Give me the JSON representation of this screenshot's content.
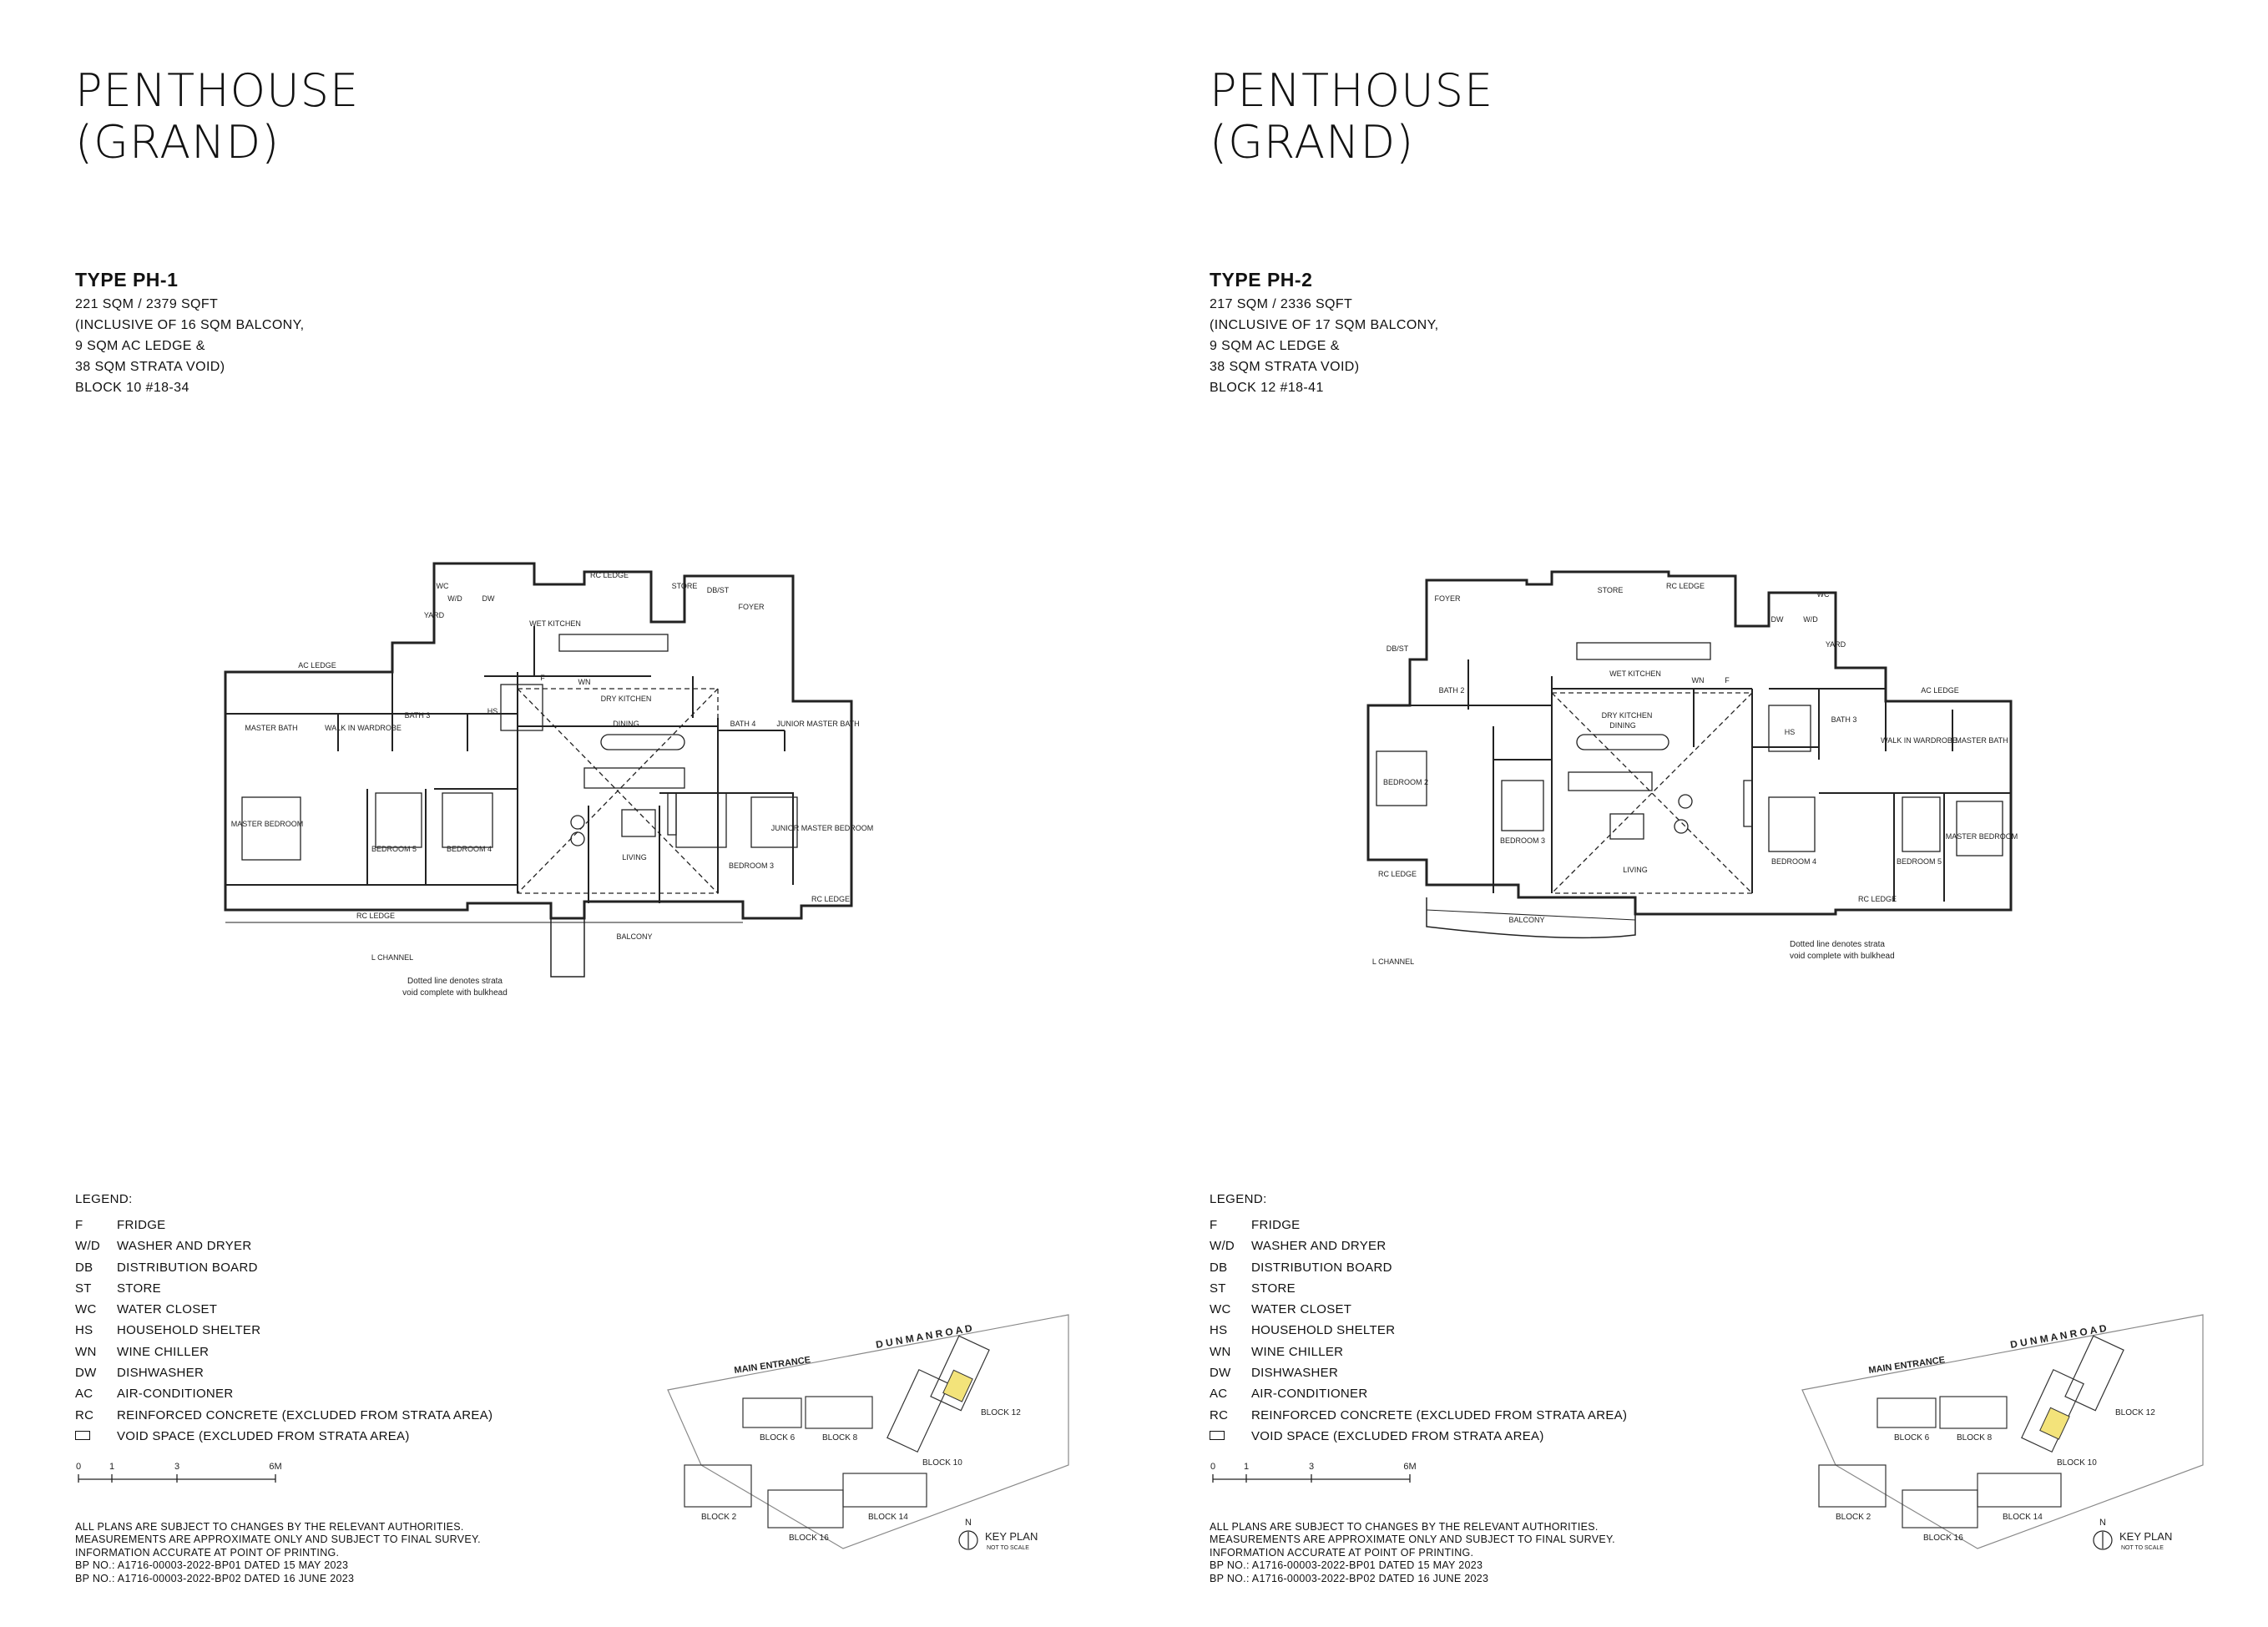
{
  "sheets": [
    {
      "title_line1": "PENTHOUSE",
      "title_line2": "(GRAND)",
      "type_name": "TYPE PH-1",
      "area": "221 SQM / 2379 SQFT",
      "inclusive_line1": "(INCLUSIVE OF 16 SQM BALCONY,",
      "inclusive_line2": "9 SQM AC LEDGE &",
      "inclusive_line3": "38 SQM STRATA VOID)",
      "block_unit": "BLOCK 10    #18-34",
      "rooms": {
        "master_bedroom": "MASTER BEDROOM",
        "master_bath": "MASTER BATH",
        "walk_in_wardrobe": "WALK IN WARDROBE",
        "bath3": "BATH 3",
        "hs": "HS",
        "bedroom5": "BEDROOM 5",
        "bedroom4": "BEDROOM 4",
        "dry_kitchen": "DRY KITCHEN",
        "dining": "DINING",
        "living": "LIVING",
        "bath4": "BATH 4",
        "junior_master_bath": "JUNIOR MASTER BATH",
        "bedroom3": "BEDROOM 3",
        "junior_master_bedroom": "JUNIOR MASTER BEDROOM",
        "balcony": "BALCONY",
        "rc_ledge": "RC LEDGE",
        "ac_ledge": "AC LEDGE",
        "wet_kitchen": "WET KITCHEN",
        "store": "STORE",
        "foyer": "FOYER",
        "yard": "YARD",
        "l_channel": "L CHANNEL",
        "db": "DB/ST",
        "wd": "W/D",
        "dw": "DW",
        "wn": "WN",
        "f": "F",
        "wc": "WC"
      },
      "void_note_line1": "Dotted line denotes strata",
      "void_note_line2": "void complete with bulkhead"
    },
    {
      "title_line1": "PENTHOUSE",
      "title_line2": "(GRAND)",
      "type_name": "TYPE PH-2",
      "area": "217 SQM / 2336 SQFT",
      "inclusive_line1": "(INCLUSIVE OF 17 SQM BALCONY,",
      "inclusive_line2": "9 SQM AC LEDGE &",
      "inclusive_line3": "38 SQM STRATA VOID)",
      "block_unit": "BLOCK 12    #18-41",
      "rooms": {
        "bedroom2": "BEDROOM 2",
        "bath2": "BATH 2",
        "bedroom3": "BEDROOM 3",
        "foyer": "FOYER",
        "store": "STORE",
        "rc_ledge": "RC LEDGE",
        "wet_kitchen": "WET KITCHEN",
        "dry_kitchen": "DRY KITCHEN",
        "dining": "DINING",
        "living": "LIVING",
        "hs": "HS",
        "bath3": "BATH 3",
        "walk_in_wardrobe": "WALK IN WARDROBE",
        "master_bath": "MASTER BATH",
        "ac_ledge": "AC LEDGE",
        "bedroom4": "BEDROOM 4",
        "bedroom5": "BEDROOM 5",
        "master_bedroom": "MASTER BEDROOM",
        "balcony": "BALCONY",
        "yard": "YARD",
        "l_channel": "L CHANNEL",
        "db": "DB/ST",
        "wd": "W/D",
        "dw": "DW",
        "wn": "WN",
        "f": "F",
        "wc": "WC"
      },
      "void_note_line1": "Dotted line denotes strata",
      "void_note_line2": "void complete with bulkhead"
    }
  ],
  "legend": {
    "heading": "LEGEND:",
    "items": [
      {
        "code": "F",
        "label": "FRIDGE"
      },
      {
        "code": "W/D",
        "label": "WASHER AND DRYER"
      },
      {
        "code": "DB",
        "label": "DISTRIBUTION BOARD"
      },
      {
        "code": "ST",
        "label": "STORE"
      },
      {
        "code": "WC",
        "label": "WATER CLOSET"
      },
      {
        "code": "HS",
        "label": "HOUSEHOLD SHELTER"
      },
      {
        "code": "WN",
        "label": "WINE CHILLER"
      },
      {
        "code": "DW",
        "label": "DISHWASHER"
      },
      {
        "code": "AC",
        "label": "AIR-CONDITIONER"
      },
      {
        "code": "RC",
        "label": "REINFORCED CONCRETE (EXCLUDED FROM STRATA AREA)"
      }
    ],
    "void_label": "VOID SPACE (EXCLUDED FROM STRATA AREA)"
  },
  "scale": {
    "t0": "0",
    "t1": "1",
    "t3": "3",
    "t6": "6M"
  },
  "notes": [
    "ALL PLANS ARE SUBJECT TO CHANGES BY THE RELEVANT AUTHORITIES.",
    "MEASUREMENTS ARE APPROXIMATE ONLY AND SUBJECT TO FINAL SURVEY.",
    "INFORMATION ACCURATE AT POINT OF PRINTING.",
    "BP NO.: A1716-00003-2022-BP01 DATED 15 MAY 2023",
    "BP NO.: A1716-00003-2022-BP02 DATED 16 JUNE 2023"
  ],
  "keyplan": {
    "main_entrance": "MAIN ENTRANCE",
    "road": "D U N M A N   R O A D",
    "block6": "BLOCK 6",
    "block8": "BLOCK 8",
    "block10": "BLOCK 10",
    "block12": "BLOCK 12",
    "block2": "BLOCK 2",
    "block16": "BLOCK 16",
    "block14": "BLOCK 14",
    "north": "N",
    "key_plan": "KEY PLAN",
    "not_to_scale": "NOT TO SCALE"
  },
  "colors": {
    "line": "#222222",
    "highlight": "#f3e37a"
  }
}
